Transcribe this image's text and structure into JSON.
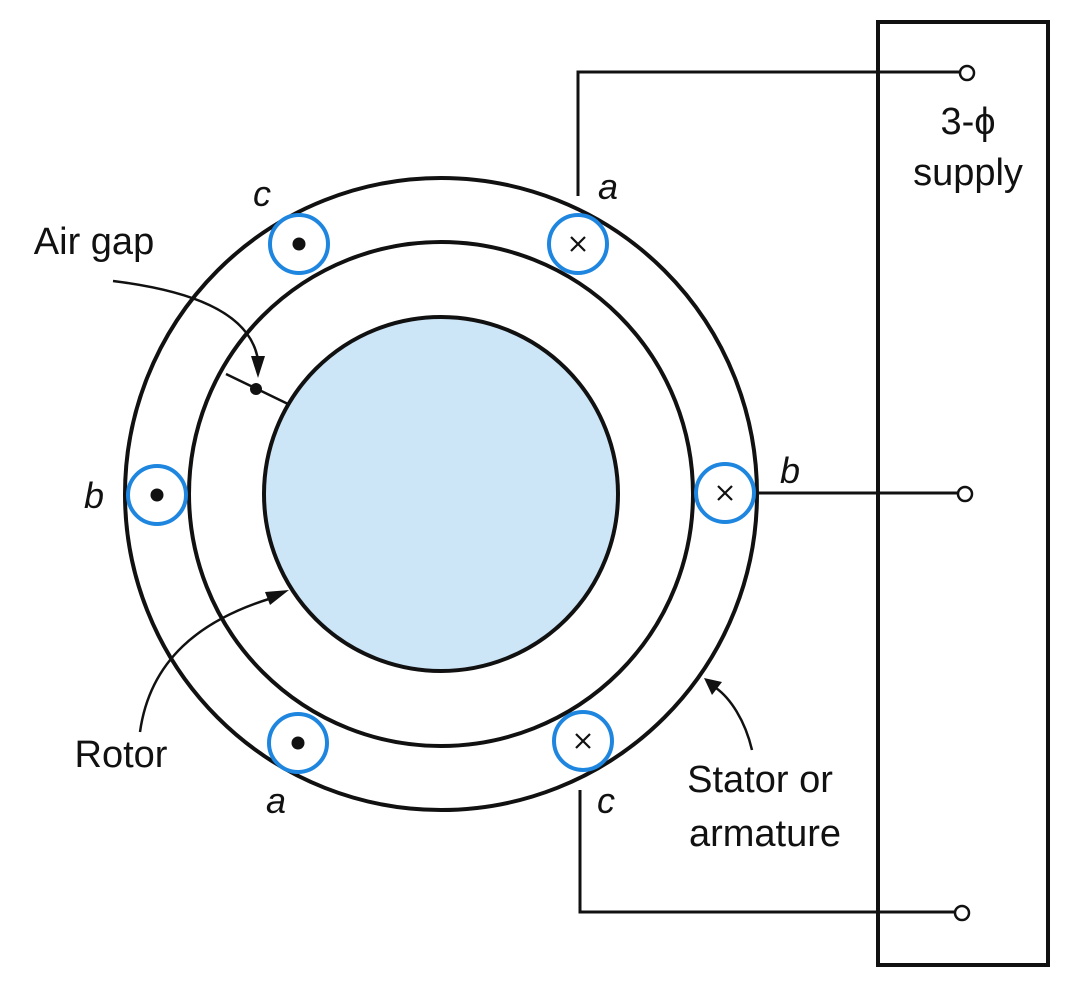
{
  "labels": {
    "air_gap": "Air gap",
    "rotor": "Rotor",
    "stator_line1": "Stator or",
    "stator_line2": "armature",
    "supply_line1": "3-ϕ",
    "supply_line2": "supply"
  },
  "conductors": [
    {
      "phase": "c",
      "symbol": "•",
      "direction": "out-of-page"
    },
    {
      "phase": "a",
      "symbol": "×",
      "direction": "into-page"
    },
    {
      "phase": "b",
      "symbol": "•",
      "direction": "out-of-page"
    },
    {
      "phase": "b",
      "symbol": "×",
      "direction": "into-page"
    },
    {
      "phase": "a",
      "symbol": "•",
      "direction": "out-of-page"
    },
    {
      "phase": "c",
      "symbol": "×",
      "direction": "into-page"
    }
  ],
  "colors": {
    "rotor_fill": "#cce6f8",
    "conductor_ring": "#1f86e0",
    "line": "#111111"
  }
}
